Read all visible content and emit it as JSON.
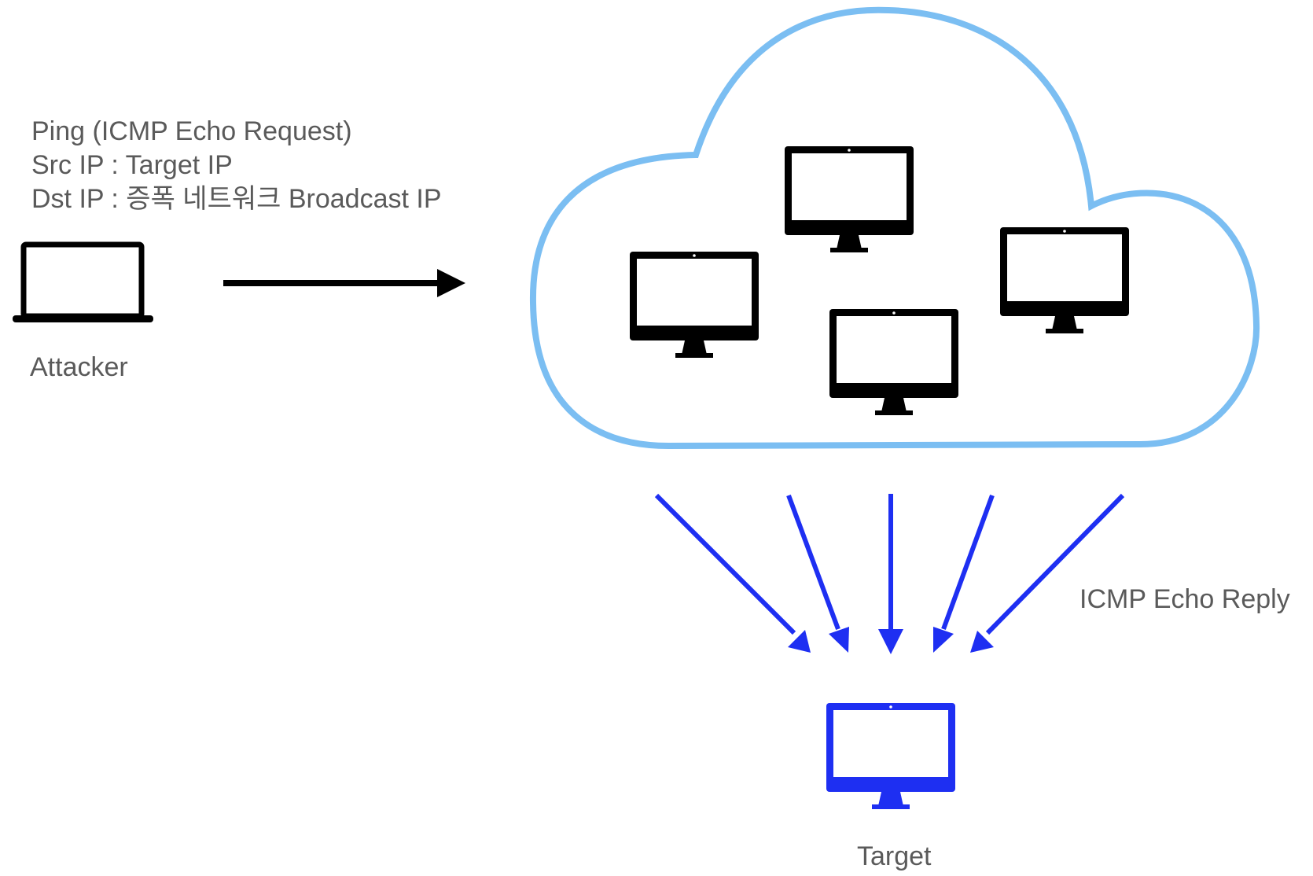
{
  "request": {
    "line1": "Ping (ICMP Echo Request)",
    "line2": "Src IP : Target IP",
    "line3": "Dst IP : 증폭 네트워크 Broadcast IP"
  },
  "attacker": {
    "label": "Attacker",
    "icon": "laptop-icon"
  },
  "network": {
    "icon": "cloud-icon",
    "hosts": 4,
    "host_icon": "desktop-monitor-icon"
  },
  "reply": {
    "label": "ICMP Echo Reply",
    "arrow_count": 5
  },
  "target": {
    "label": "Target",
    "icon": "desktop-monitor-icon"
  },
  "colors": {
    "text": "#5a5a5a",
    "cloud": "#7bbef2",
    "host": "#000000",
    "target": "#1e2ff2",
    "reply_arrow": "#1e2ff2",
    "request_arrow": "#000000"
  }
}
